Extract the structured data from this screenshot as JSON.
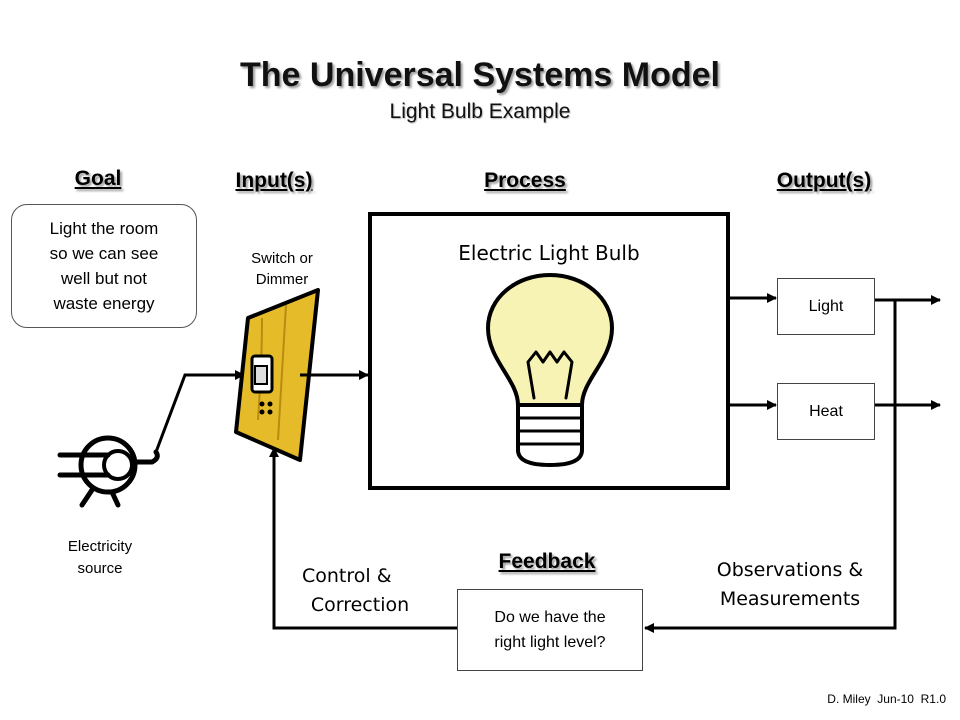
{
  "title": "The Universal Systems Model",
  "subtitle": "Light Bulb Example",
  "headings": {
    "goal": "Goal",
    "inputs": "Input(s)",
    "process": "Process",
    "outputs": "Output(s)",
    "feedback": "Feedback"
  },
  "goal_box": [
    "Light the room",
    "so we can see",
    "well but not",
    "waste energy"
  ],
  "input_label": [
    "Switch or",
    "Dimmer"
  ],
  "source_label": [
    "Electricity",
    "source"
  ],
  "process_label": "Electric Light Bulb",
  "outputs": {
    "light": "Light",
    "heat": "Heat"
  },
  "control_label": [
    "Control &",
    "Correction"
  ],
  "observations_label": [
    "Observations &",
    "Measurements"
  ],
  "feedback_box": [
    "Do we have the",
    "right light level?"
  ],
  "credit": "D. Miley  Jun-10  R1.0",
  "colors": {
    "switch_plate": "#e6bb2a",
    "bulb": "#f7f3b4",
    "arrow": "#000000"
  }
}
